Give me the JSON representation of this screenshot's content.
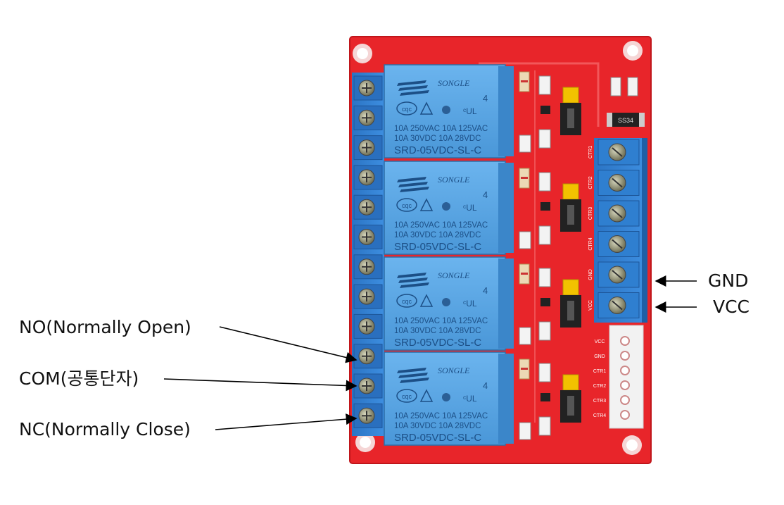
{
  "labels": {
    "no": "NO(Normally Open)",
    "com": "COM(공통단자)",
    "nc": "NC(Normally Close)",
    "gnd": "GND",
    "vcc": "VCC"
  },
  "relay": {
    "brand": "SONGLE",
    "cert": "cqc",
    "number": "4",
    "rating_line1": "10A 250VAC  10A 125VAC",
    "rating_line2": "10A  30VDC  10A  28VDC",
    "model": "SRD-05VDC-SL-C"
  },
  "board": {
    "right_header_pins": [
      "VCC",
      "GND",
      "CTR1",
      "CTR2",
      "CTR3",
      "CTR4"
    ],
    "input_terminal_pins": [
      "CTR1",
      "CTR2",
      "CTR3",
      "CTR4",
      "GND",
      "VCC"
    ],
    "ic_marking": "SS34"
  },
  "colors": {
    "pcb": "#e8252a",
    "terminal": "#2f7fd0",
    "relay": "#5aa8e6",
    "jumper": "#f2c200"
  }
}
